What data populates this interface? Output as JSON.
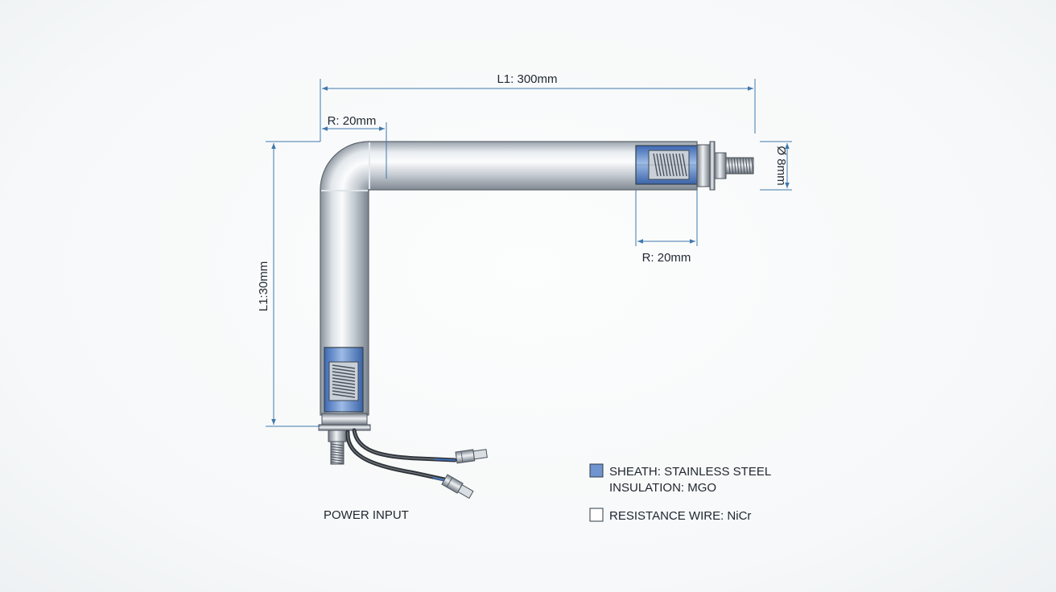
{
  "dimensions": {
    "top_length": "L1: 300mm",
    "top_bend_radius": "R: 20mm",
    "right_radius": "R: 20mm",
    "diameter": "Ø 8mm",
    "left_length": "L1:30mm"
  },
  "labels": {
    "power_input": "POWER INPUT"
  },
  "legend": {
    "sheath": "SHEATH: STAINLESS STEEL",
    "insulation": "INSULATION: MGO",
    "resistance_wire": "RESISTANCE WIRE: NiCr"
  },
  "colors": {
    "dimension_line": "#3f78ad",
    "insulation_fill": "#5b86c8",
    "steel_light": "#eef1f4",
    "steel_dark": "#8c949d"
  }
}
